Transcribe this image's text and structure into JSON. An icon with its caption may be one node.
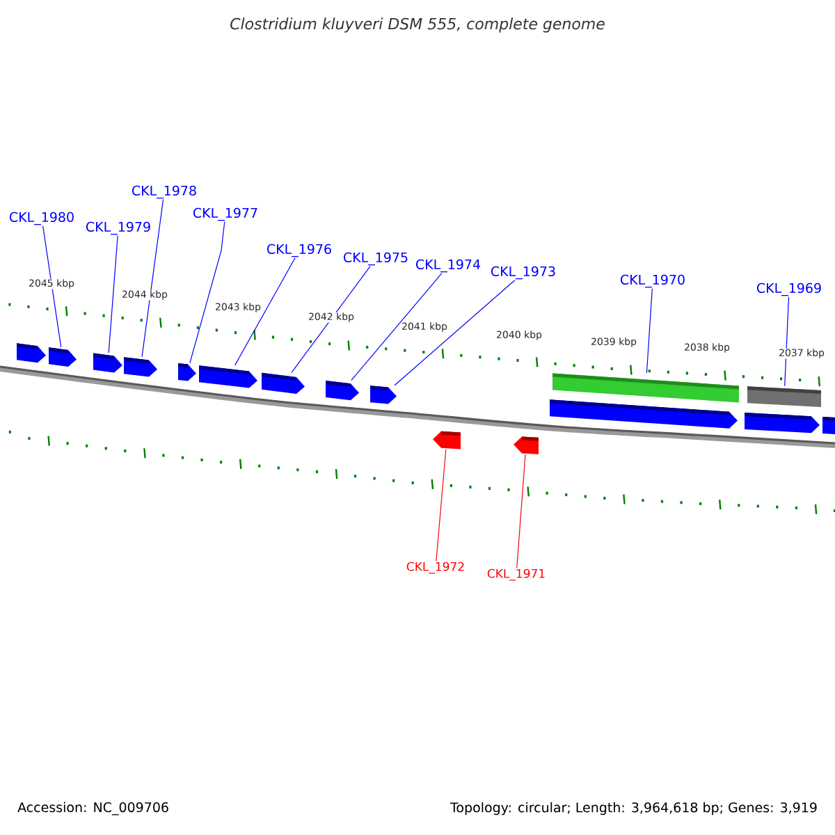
{
  "diagram": {
    "title": "Clostridium kluyveri DSM 555, complete genome",
    "nodes": [
      {
        "text": [
          "CKL_1980"
        ]
      },
      {
        "text": [
          "CKL_1979"
        ]
      },
      {
        "text": [
          "CKL_1978"
        ]
      },
      {
        "text": [
          "CKL_1977"
        ]
      },
      {
        "text": [
          "CKL_1976"
        ]
      },
      {
        "text": [
          "CKL_1975"
        ]
      },
      {
        "text": [
          "CKL_1974"
        ]
      },
      {
        "text": [
          "CKL_1973"
        ]
      },
      {
        "text": [
          "CKL_1970"
        ]
      },
      {
        "text": [
          "CKL_1969"
        ]
      },
      {
        "text": [
          "CKL_1972"
        ]
      },
      {
        "text": [
          "CKL_1971"
        ]
      },
      {
        "text": [],
        "shape": "pentagon"
      },
      {
        "text": [],
        "shape": "pentagon"
      },
      {
        "text": [],
        "shape": "pentagon"
      },
      {
        "text": [],
        "shape": "pentagon"
      },
      {
        "text": [],
        "shape": "pentagon"
      },
      {
        "text": [],
        "shape": "pentagon"
      },
      {
        "text": [],
        "shape": "pentagon"
      },
      {
        "text": [],
        "shape": "pentagon"
      },
      {
        "text": [],
        "shape": "pentagon"
      },
      {
        "text": [],
        "shape": "bar"
      },
      {
        "text": [],
        "shape": "bar"
      },
      {
        "text": [],
        "shape": "pentagon"
      },
      {
        "text": [],
        "shape": "pentagon"
      },
      {
        "text": [],
        "shape": "pentagon"
      },
      {
        "text": [],
        "shape": "pentagon"
      },
      {
        "text": [],
        "shape": "pentagon"
      }
    ],
    "edges": [
      {
        "from": 0,
        "to": 13,
        "arrow": "none"
      },
      {
        "from": 1,
        "to": 14,
        "arrow": "none"
      },
      {
        "from": 2,
        "to": 15,
        "arrow": "none"
      },
      {
        "from": 3,
        "to": 16,
        "arrow": "none"
      },
      {
        "from": 4,
        "to": 17,
        "arrow": "none"
      },
      {
        "from": 5,
        "to": 18,
        "arrow": "none"
      },
      {
        "from": 6,
        "to": 19,
        "arrow": "none"
      },
      {
        "from": 7,
        "to": 20,
        "arrow": "none"
      },
      {
        "from": 8,
        "to": 21,
        "arrow": "none"
      },
      {
        "from": 9,
        "to": 22,
        "arrow": "none"
      },
      {
        "from": 10,
        "to": 26,
        "arrow": "none",
        "color": "#ff0000"
      },
      {
        "from": 11,
        "to": 27,
        "arrow": "none",
        "color": "#ff0000"
      }
    ],
    "labels": [
      "2045 kbp",
      "2044 kbp",
      "2043 kbp",
      "2042 kbp",
      "2041 kbp",
      "2040 kbp",
      "2039 kbp",
      "2038 kbp",
      "2037 kbp",
      "Accession: NC_009706",
      "Topology: circular; Length: 3,964,618 bp; Genes: 3,919"
    ]
  }
}
